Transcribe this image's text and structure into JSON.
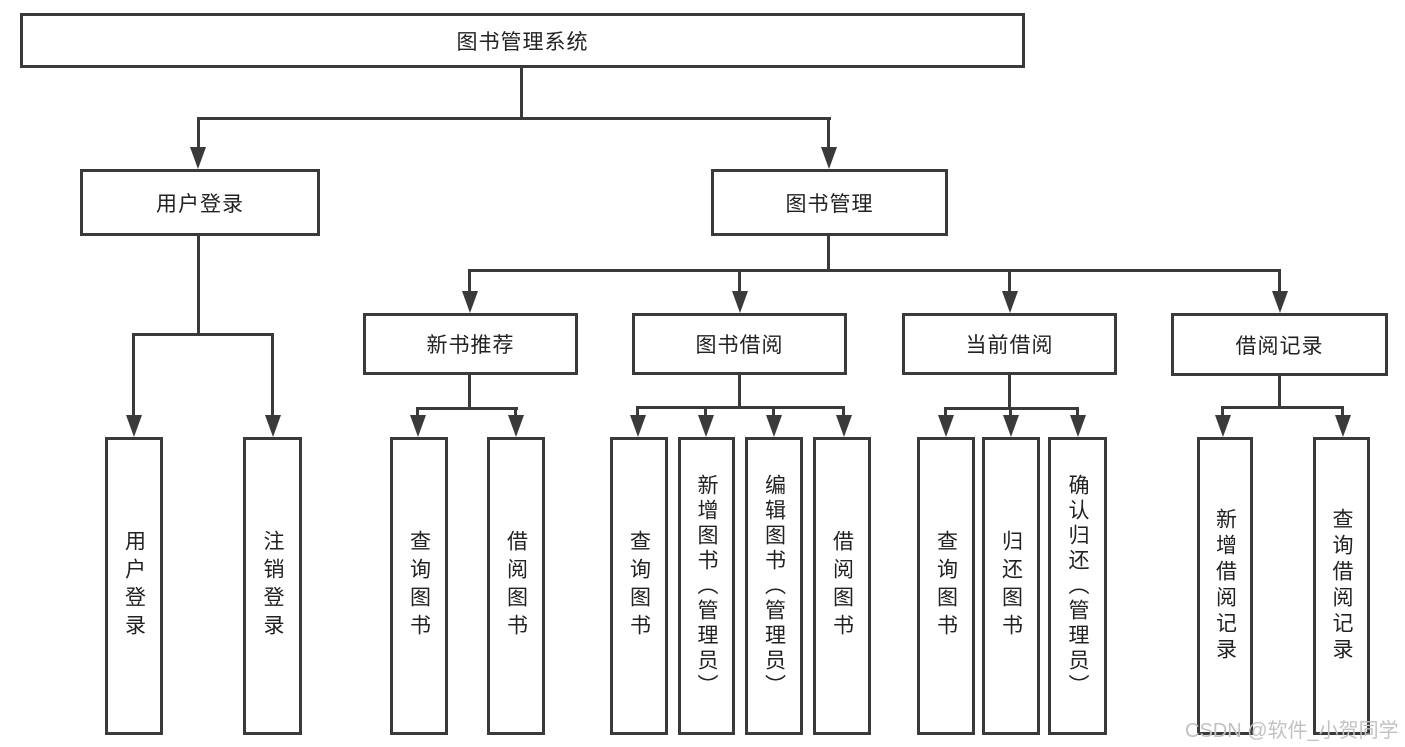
{
  "colors": {
    "line": "#3a3a3a",
    "text": "#222222",
    "watermark": "#c2c2c2",
    "background": "#ffffff"
  },
  "watermark": "CSDN @软件_小贺同学",
  "tree": {
    "root": {
      "label": "图书管理系统"
    },
    "branches": [
      {
        "label": "用户登录"
      },
      {
        "label": "图书管理"
      }
    ],
    "sections": [
      {
        "label": "新书推荐"
      },
      {
        "label": "图书借阅"
      },
      {
        "label": "当前借阅"
      },
      {
        "label": "借阅记录"
      }
    ],
    "leaves": {
      "login": [
        "用户登录",
        "注销登录"
      ],
      "recommend": [
        "查询图书",
        "借阅图书"
      ],
      "borrow": [
        "查询图书",
        "新增图书（管理员）",
        "编辑图书（管理员）",
        "借阅图书"
      ],
      "current": [
        "查询图书",
        "归还图书",
        "确认归还（管理员）"
      ],
      "records": [
        "新增借阅记录",
        "查询借阅记录"
      ]
    }
  }
}
